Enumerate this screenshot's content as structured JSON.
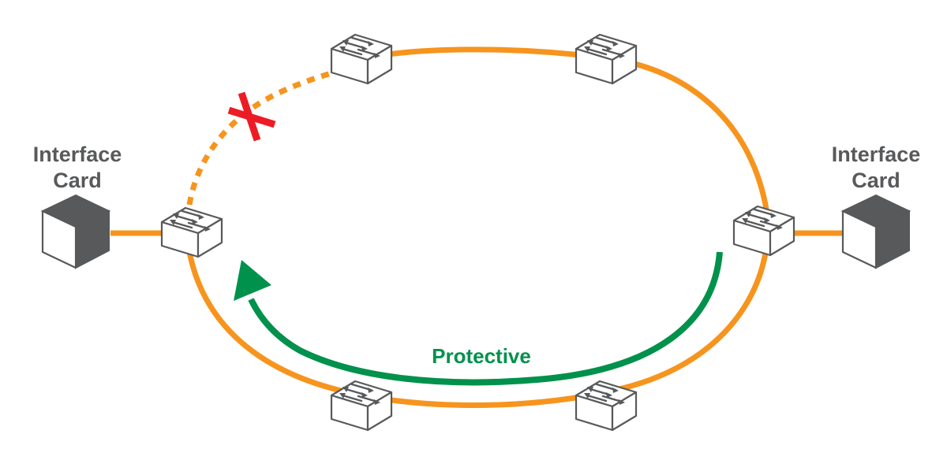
{
  "labels": {
    "interface_card_left_line1": "Interface",
    "interface_card_left_line2": "Card",
    "interface_card_right_line1": "Interface",
    "interface_card_right_line2": "Card",
    "protective": "Protective",
    "break_marker": "✕"
  },
  "colors": {
    "ring": "#f7941d",
    "protective_arrow": "#00914c",
    "break_marker": "#ed1c24",
    "card_dark": "#58595b",
    "switch_stroke": "#58595b",
    "label_text": "#58595b"
  },
  "icons": {
    "switch": "network-switch-icon",
    "card": "interface-card-icon",
    "break": "link-break-icon"
  },
  "network": {
    "topology": "ring",
    "switch_count": 6,
    "interface_card_count": 2,
    "failed_link": "top-left segment (dotted)"
  }
}
